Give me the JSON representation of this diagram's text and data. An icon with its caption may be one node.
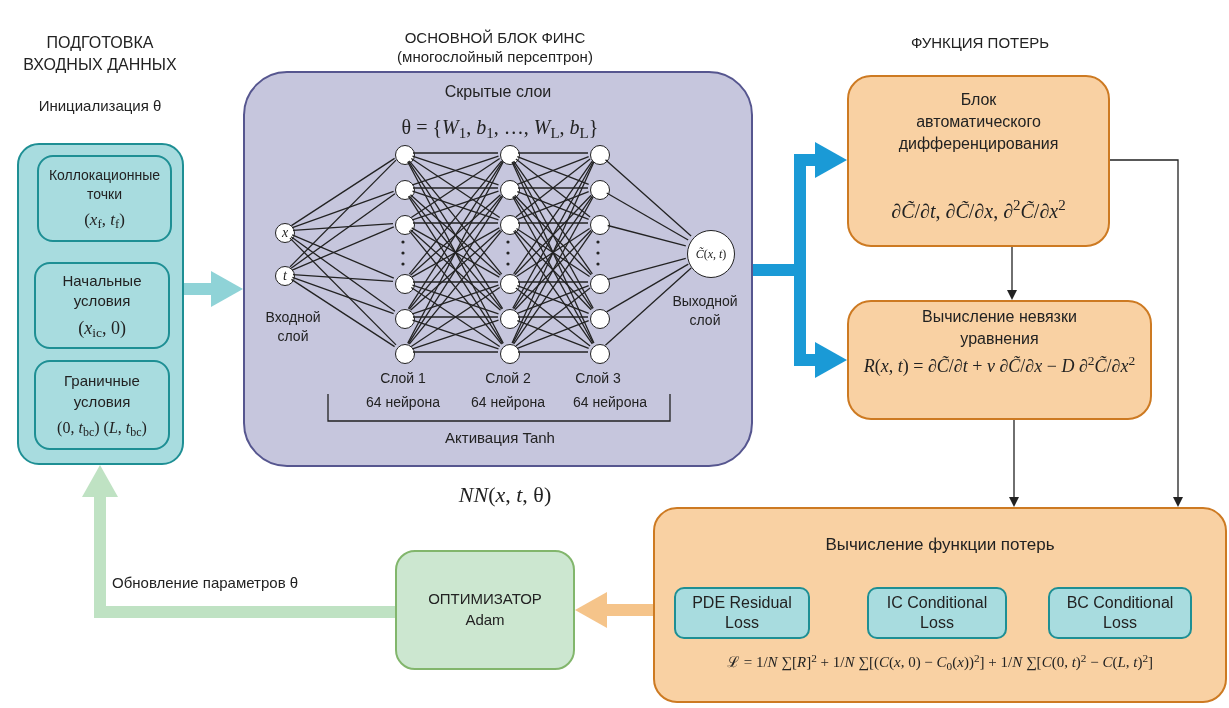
{
  "diagram": {
    "nodes": [
      {
        "text": [],
        "shape": "box"
      },
      {
        "text": [
          "Коллокационные точки",
          "(*x*$_{f}$, *t*$_{f}$)"
        ],
        "in": 0
      },
      {
        "text": [
          "Начальные условия",
          "(*x*$_{ic}$, 0)"
        ],
        "in": 0
      },
      {
        "text": [
          "Граничные условия",
          "(0, *t*$_{bc}$) (*L*, *t*$_{bc}$)"
        ],
        "in": 0
      },
      {
        "text": [
          "Скрытые слои"
        ],
        "beside": [
          "*NN*(*x*, *t*, θ)"
        ]
      },
      {
        "text": [
          "x"
        ],
        "in": 4
      },
      {
        "text": [
          "t"
        ],
        "in": 4
      },
      {
        "text": [],
        "shape": "circle",
        "in": 4
      },
      {
        "text": [],
        "shape": "circle",
        "in": 4
      },
      {
        "text": [],
        "shape": "circle",
        "in": 4
      },
      {
        "text": [],
        "shape": "circle",
        "in": 4
      },
      {
        "text": [],
        "shape": "circle",
        "in": 4
      },
      {
        "text": [],
        "shape": "circle",
        "in": 4
      },
      {
        "text": [],
        "shape": "circle",
        "in": 4
      },
      {
        "text": [],
        "shape": "circle",
        "in": 4
      },
      {
        "text": [],
        "shape": "circle",
        "in": 4
      },
      {
        "text": [],
        "shape": "circle",
        "in": 4
      },
      {
        "text": [],
        "shape": "circle",
        "in": 4
      },
      {
        "text": [],
        "shape": "circle",
        "in": 4
      },
      {
        "text": [],
        "shape": "circle",
        "in": 4
      },
      {
        "text": [],
        "shape": "circle",
        "in": 4
      },
      {
        "text": [],
        "shape": "circle",
        "in": 4
      },
      {
        "text": [],
        "shape": "circle",
        "in": 4
      },
      {
        "text": [],
        "shape": "circle",
        "in": 4
      },
      {
        "text": [],
        "shape": "circle",
        "in": 4
      },
      {
        "text": [
          "*C̃*(*x*, *t*)"
        ],
        "in": 4
      },
      {
        "text": [
          "Блок автоматического дифференцирования",
          "∂*C̃*/∂*t*, ∂*C̃*/∂*x*, ∂$^{2}$*C̃*/∂*x*$^{2}$"
        ]
      },
      {
        "text": [
          "Вычисление невязки уравнения",
          "*R*(*x*, *t*) = ∂*C̃*/∂*t* + *v* ∂*C̃*/∂*x* − *D* ∂$^{2}$*C̃*/∂*x*$^{2}$"
        ]
      },
      {
        "text": [
          "Вычисление функции потерь",
          "ℒ = 1/*N* ∑[*R*]$^{2}$ + 1/*N* ∑[(*C*(*x*, 0) − *C*$_{0}$(*x*))$^{2}$] + 1/*N* ∑[*C*(0, *t*)$^{2}$ − *C*(*L*, *t*)$^{2}$]"
        ]
      },
      {
        "text": [
          "PDE Residual Loss"
        ],
        "in": 28
      },
      {
        "text": [
          "IC Conditional Loss"
        ],
        "in": 28
      },
      {
        "text": [
          "BC Conditional Loss"
        ],
        "in": 28
      },
      {
        "text": [
          "ОПТИМИЗАТОР Adam"
        ]
      }
    ],
    "edges": [
      {
        "from": 0,
        "to": 4,
        "arrow": "to",
        "style": "thick",
        "color": "#8fd3d7"
      },
      {
        "from": 4,
        "to": 26,
        "arrow": "to",
        "style": "thick",
        "color": "#1a9ad6"
      },
      {
        "from": 4,
        "to": 27,
        "arrow": "to",
        "style": "thick",
        "color": "#1a9ad6"
      },
      {
        "from": 26,
        "to": 27,
        "arrow": "to"
      },
      {
        "from": 26,
        "to": 28,
        "arrow": "to"
      },
      {
        "from": 27,
        "to": 28,
        "arrow": "to"
      },
      {
        "from": 28,
        "to": 32,
        "arrow": "to",
        "style": "thick",
        "color": "#f5c48a"
      },
      {
        "from": 32,
        "to": 0,
        "arrow": "to",
        "style": "thick",
        "color": "#bfe2c3",
        "label": "Обновление параметров θ"
      },
      {
        "from": 5,
        "to": 7,
        "arrow": "none"
      },
      {
        "from": 5,
        "to": 8,
        "arrow": "none"
      },
      {
        "from": 5,
        "to": 9,
        "arrow": "none"
      },
      {
        "from": 5,
        "to": 10,
        "arrow": "none"
      },
      {
        "from": 5,
        "to": 11,
        "arrow": "none"
      },
      {
        "from": 5,
        "to": 12,
        "arrow": "none"
      },
      {
        "from": 6,
        "to": 7,
        "arrow": "none"
      },
      {
        "from": 6,
        "to": 8,
        "arrow": "none"
      },
      {
        "from": 6,
        "to": 9,
        "arrow": "none"
      },
      {
        "from": 6,
        "to": 10,
        "arrow": "none"
      },
      {
        "from": 6,
        "to": 11,
        "arrow": "none"
      },
      {
        "from": 6,
        "to": 12,
        "arrow": "none"
      },
      {
        "from": 7,
        "to": 13,
        "arrow": "none"
      },
      {
        "from": 7,
        "to": 14,
        "arrow": "none"
      },
      {
        "from": 7,
        "to": 15,
        "arrow": "none"
      },
      {
        "from": 7,
        "to": 16,
        "arrow": "none"
      },
      {
        "from": 7,
        "to": 17,
        "arrow": "none"
      },
      {
        "from": 7,
        "to": 18,
        "arrow": "none"
      },
      {
        "from": 8,
        "to": 13,
        "arrow": "none"
      },
      {
        "from": 8,
        "to": 14,
        "arrow": "none"
      },
      {
        "from": 8,
        "to": 15,
        "arrow": "none"
      },
      {
        "from": 8,
        "to": 16,
        "arrow": "none"
      },
      {
        "from": 8,
        "to": 17,
        "arrow": "none"
      },
      {
        "from": 8,
        "to": 18,
        "arrow": "none"
      },
      {
        "from": 9,
        "to": 13,
        "arrow": "none"
      },
      {
        "from": 9,
        "to": 14,
        "arrow": "none"
      },
      {
        "from": 9,
        "to": 15,
        "arrow": "none"
      },
      {
        "from": 9,
        "to": 16,
        "arrow": "none"
      },
      {
        "from": 9,
        "to": 17,
        "arrow": "none"
      },
      {
        "from": 9,
        "to": 18,
        "arrow": "none"
      },
      {
        "from": 10,
        "to": 13,
        "arrow": "none"
      },
      {
        "from": 10,
        "to": 14,
        "arrow": "none"
      },
      {
        "from": 10,
        "to": 15,
        "arrow": "none"
      },
      {
        "from": 10,
        "to": 16,
        "arrow": "none"
      },
      {
        "from": 10,
        "to": 17,
        "arrow": "none"
      },
      {
        "from": 10,
        "to": 18,
        "arrow": "none"
      },
      {
        "from": 11,
        "to": 13,
        "arrow": "none"
      },
      {
        "from": 11,
        "to": 14,
        "arrow": "none"
      },
      {
        "from": 11,
        "to": 15,
        "arrow": "none"
      },
      {
        "from": 11,
        "to": 16,
        "arrow": "none"
      },
      {
        "from": 11,
        "to": 17,
        "arrow": "none"
      },
      {
        "from": 11,
        "to": 18,
        "arrow": "none"
      },
      {
        "from": 12,
        "to": 13,
        "arrow": "none"
      },
      {
        "from": 12,
        "to": 14,
        "arrow": "none"
      },
      {
        "from": 12,
        "to": 15,
        "arrow": "none"
      },
      {
        "from": 12,
        "to": 16,
        "arrow": "none"
      },
      {
        "from": 12,
        "to": 17,
        "arrow": "none"
      },
      {
        "from": 12,
        "to": 18,
        "arrow": "none"
      },
      {
        "from": 13,
        "to": 19,
        "arrow": "none"
      },
      {
        "from": 13,
        "to": 20,
        "arrow": "none"
      },
      {
        "from": 13,
        "to": 21,
        "arrow": "none"
      },
      {
        "from": 13,
        "to": 22,
        "arrow": "none"
      },
      {
        "from": 13,
        "to": 23,
        "arrow": "none"
      },
      {
        "from": 13,
        "to": 24,
        "arrow": "none"
      },
      {
        "from": 14,
        "to": 19,
        "arrow": "none"
      },
      {
        "from": 14,
        "to": 20,
        "arrow": "none"
      },
      {
        "from": 14,
        "to": 21,
        "arrow": "none"
      },
      {
        "from": 14,
        "to": 22,
        "arrow": "none"
      },
      {
        "from": 14,
        "to": 23,
        "arrow": "none"
      },
      {
        "from": 14,
        "to": 24,
        "arrow": "none"
      },
      {
        "from": 15,
        "to": 19,
        "arrow": "none"
      },
      {
        "from": 15,
        "to": 20,
        "arrow": "none"
      },
      {
        "from": 15,
        "to": 21,
        "arrow": "none"
      },
      {
        "from": 15,
        "to": 22,
        "arrow": "none"
      },
      {
        "from": 15,
        "to": 23,
        "arrow": "none"
      },
      {
        "from": 15,
        "to": 24,
        "arrow": "none"
      },
      {
        "from": 16,
        "to": 19,
        "arrow": "none"
      },
      {
        "from": 16,
        "to": 20,
        "arrow": "none"
      },
      {
        "from": 16,
        "to": 21,
        "arrow": "none"
      },
      {
        "from": 16,
        "to": 22,
        "arrow": "none"
      },
      {
        "from": 16,
        "to": 23,
        "arrow": "none"
      },
      {
        "from": 16,
        "to": 24,
        "arrow": "none"
      },
      {
        "from": 17,
        "to": 19,
        "arrow": "none"
      },
      {
        "from": 17,
        "to": 20,
        "arrow": "none"
      },
      {
        "from": 17,
        "to": 21,
        "arrow": "none"
      },
      {
        "from": 17,
        "to": 22,
        "arrow": "none"
      },
      {
        "from": 17,
        "to": 23,
        "arrow": "none"
      },
      {
        "from": 17,
        "to": 24,
        "arrow": "none"
      },
      {
        "from": 18,
        "to": 19,
        "arrow": "none"
      },
      {
        "from": 18,
        "to": 20,
        "arrow": "none"
      },
      {
        "from": 18,
        "to": 21,
        "arrow": "none"
      },
      {
        "from": 18,
        "to": 22,
        "arrow": "none"
      },
      {
        "from": 18,
        "to": 23,
        "arrow": "none"
      },
      {
        "from": 18,
        "to": 24,
        "arrow": "none"
      },
      {
        "from": 19,
        "to": 25,
        "arrow": "none"
      },
      {
        "from": 20,
        "to": 25,
        "arrow": "none"
      },
      {
        "from": 21,
        "to": 25,
        "arrow": "none"
      },
      {
        "from": 22,
        "to": 25,
        "arrow": "none"
      },
      {
        "from": 23,
        "to": 25,
        "arrow": "none"
      },
      {
        "from": 24,
        "to": 25,
        "arrow": "none"
      }
    ],
    "labels": [
      "ПОДГОТОВКА ВХОДНЫХ ДАННЫХ",
      "ОСНОВНОЙ БЛОК ФИНС",
      "(многослойный персептрон)",
      "ФУНКЦИЯ ПОТЕРЬ",
      "Инициализация θ",
      "θ = {*W*$_{1}$, *b*$_{1}$, …, *W*$_{L}$, *b*$_{L}$}",
      "Входной слой",
      "Выходной слой",
      "Слой 1",
      "Слой 2",
      "Слой 3",
      "64 нейрона",
      "64 нейрона",
      "64 нейрона",
      "Активация Tanh"
    ]
  }
}
